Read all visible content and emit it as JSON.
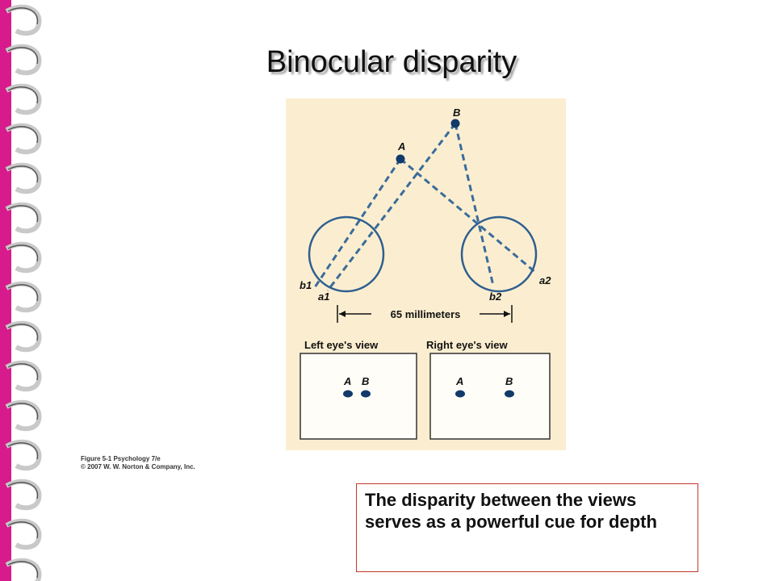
{
  "slide": {
    "title": "Binocular disparity",
    "credit_line1": "Figure 5-1  Psychology 7/e",
    "credit_line2": "© 2007 W. W. Norton & Company, Inc.",
    "caption": "The disparity between the views serves as a powerful cue for depth"
  },
  "diagram": {
    "label_A": "A",
    "label_B": "B",
    "label_b1": "b1",
    "label_a1": "a1",
    "label_b2": "b2",
    "label_a2": "a2",
    "distance": "65 millimeters",
    "left_view": "Left eye's view",
    "right_view": "Right eye's view",
    "left_box_A": "A",
    "left_box_B": "B",
    "right_box_A": "A",
    "right_box_B": "B"
  },
  "colors": {
    "binding": "#d81b8c",
    "figure_bg": "#fbeed0",
    "line": "#3a6c9a",
    "caption_border": "#c0392b"
  }
}
